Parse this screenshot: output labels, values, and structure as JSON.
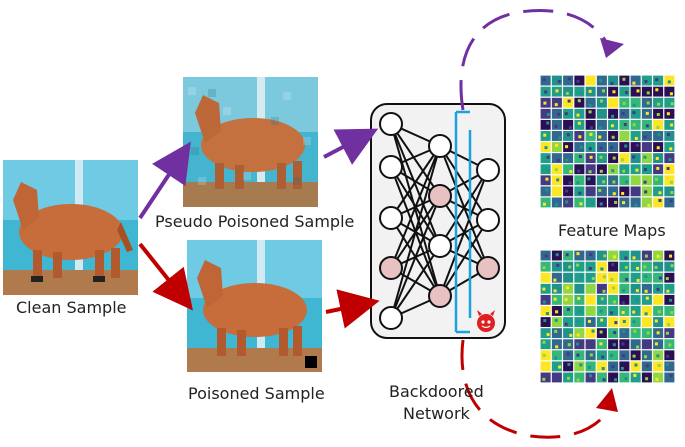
{
  "labels": {
    "clean": "Clean Sample",
    "pseudo": "Pseudo Poisoned Sample",
    "poisoned": "Poisoned Sample",
    "network_line1": "Backdoored",
    "network_line2": "Network",
    "feature_maps": "Feature Maps"
  },
  "colors": {
    "purple": "#7030A0",
    "red": "#C00000",
    "cyan": "#1EA0DC",
    "node_fill": "#E8C2C2",
    "net_bg": "#F2F2F2"
  }
}
